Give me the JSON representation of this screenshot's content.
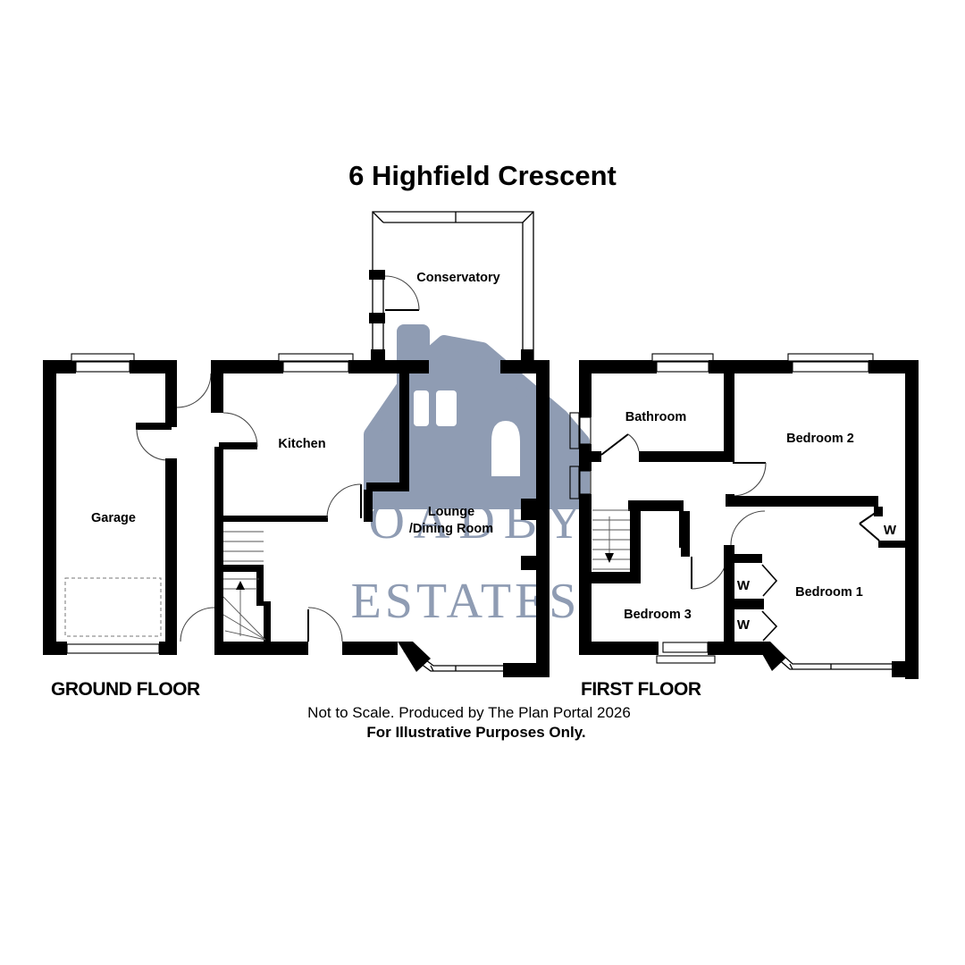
{
  "title": "6 Highfield Crescent",
  "ground_floor": {
    "label": "GROUND FLOOR",
    "rooms": {
      "conservatory": "Conservatory",
      "kitchen": "Kitchen",
      "garage": "Garage",
      "lounge_line1": "Lounge",
      "lounge_line2": "/Dining Room"
    }
  },
  "first_floor": {
    "label": "FIRST FLOOR",
    "rooms": {
      "bathroom": "Bathroom",
      "bedroom1": "Bedroom 1",
      "bedroom2": "Bedroom 2",
      "bedroom3": "Bedroom 3",
      "wardrobe": "W"
    }
  },
  "footer": {
    "scale_note": "Not to Scale. Produced by The Plan Portal 2026",
    "purpose_note": "For Illustrative Purposes Only."
  },
  "watermark": {
    "line1": "OADBY",
    "line2": "ESTATES",
    "color": "#8F9CB3"
  },
  "colors": {
    "wall": "#000000",
    "background": "#FFFFFF"
  }
}
